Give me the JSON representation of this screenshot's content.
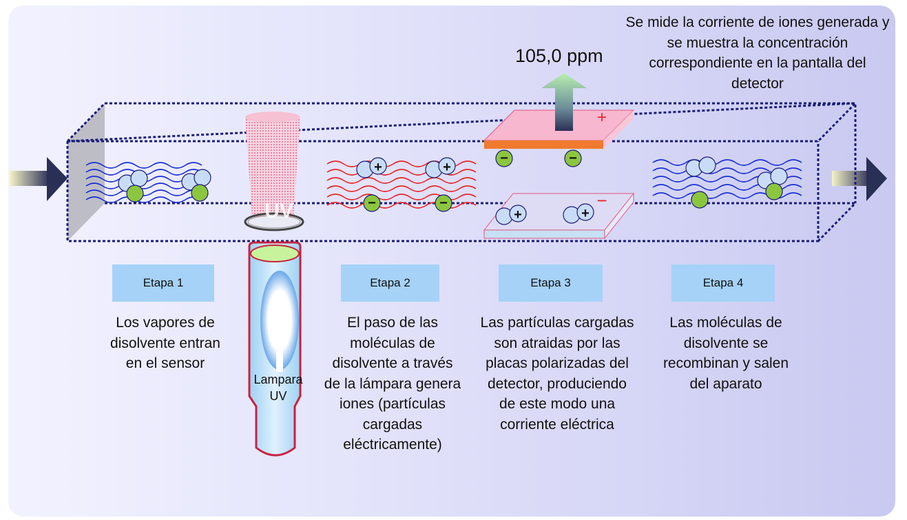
{
  "top_note": "Se mide la corriente de iones generada y se muestra la concentración correspondiente en la pantalla del detector",
  "reading": "105,0 ppm",
  "uv_label": "UV",
  "lamp_label": "Lampara UV",
  "plus_sign": "+",
  "minus_sign": "−",
  "stages": [
    {
      "label": "Etapa 1",
      "text": "Los vapores de disolvente entran en el sensor"
    },
    {
      "label": "Etapa 2",
      "text": "El paso de las moléculas de disolvente a través de la lámpara genera iones (partículas cargadas eléctricamente)"
    },
    {
      "label": "Etapa 3",
      "text": "Las partículas cargadas son atraidas por las placas polarizadas del detector, produciendo de este modo una corriente eléctrica"
    },
    {
      "label": "Etapa 4",
      "text": "Las moléculas de disolvente se recombinan y salen del aparato"
    }
  ],
  "colors": {
    "blue_wave": "#1a2fd6",
    "red_wave": "#e8262a",
    "molecule": "#c9dcf7",
    "green": "#8cc63f",
    "stage_box": "#a6d2f7",
    "pos_plate": "#f7b7cf",
    "neg_plate": "#dedcf5"
  }
}
